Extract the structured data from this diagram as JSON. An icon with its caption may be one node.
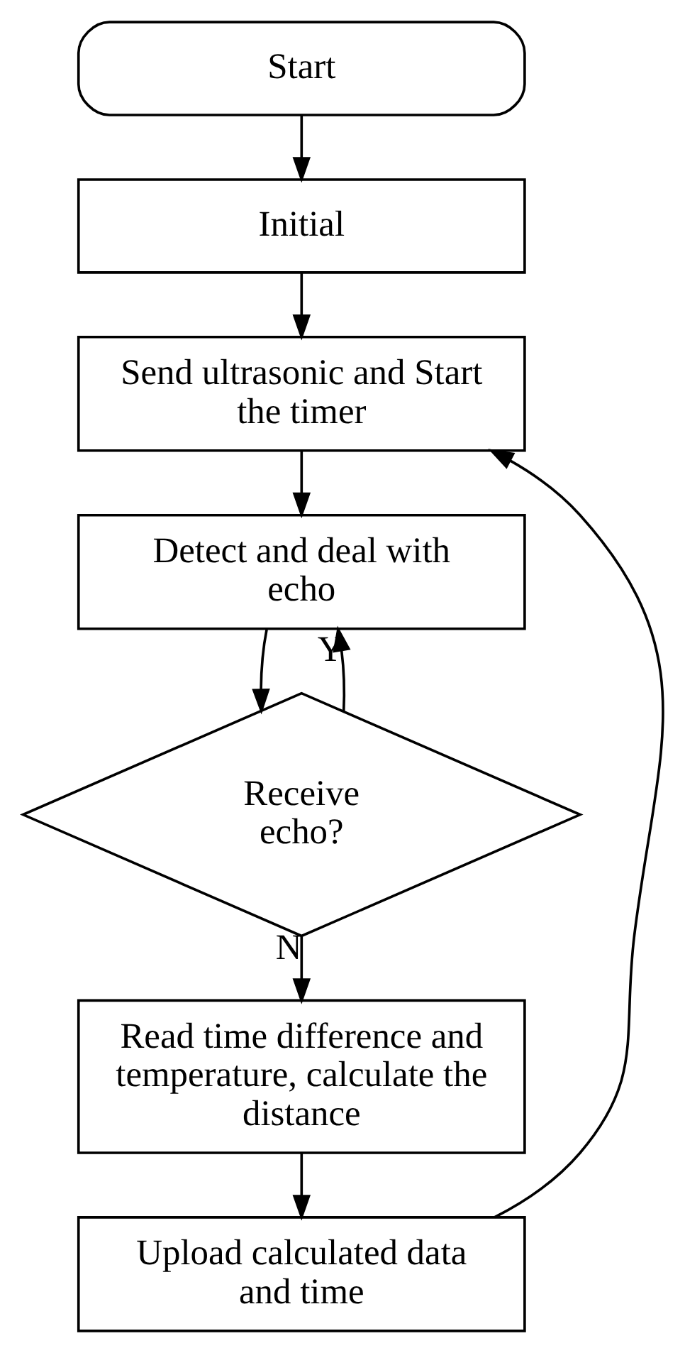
{
  "diagram": {
    "nodes": [
      {
        "text": [
          "Start"
        ]
      },
      {
        "text": [
          "Initial"
        ]
      },
      {
        "text": [
          "Send ultrasonic and Start the timer"
        ]
      },
      {
        "text": [
          "Detect and deal with echo"
        ]
      },
      {
        "text": [
          "Receive echo?"
        ]
      },
      {
        "text": [
          "Read time difference and temperature, calculate the distance"
        ]
      },
      {
        "text": [
          "Upload calculated data and time"
        ]
      }
    ],
    "edges": [
      {
        "from": 0,
        "to": 1,
        "arrow": "to"
      },
      {
        "from": 1,
        "to": 2,
        "arrow": "to"
      },
      {
        "from": 2,
        "to": 3,
        "arrow": "to"
      },
      {
        "from": 3,
        "to": 4,
        "arrow": "to"
      },
      {
        "from": 4,
        "to": 3,
        "arrow": "to",
        "label": "Y"
      },
      {
        "from": 4,
        "to": 5,
        "arrow": "to",
        "label": "N"
      },
      {
        "from": 5,
        "to": 6,
        "arrow": "to"
      },
      {
        "from": 6,
        "to": 2,
        "arrow": "to"
      }
    ]
  }
}
